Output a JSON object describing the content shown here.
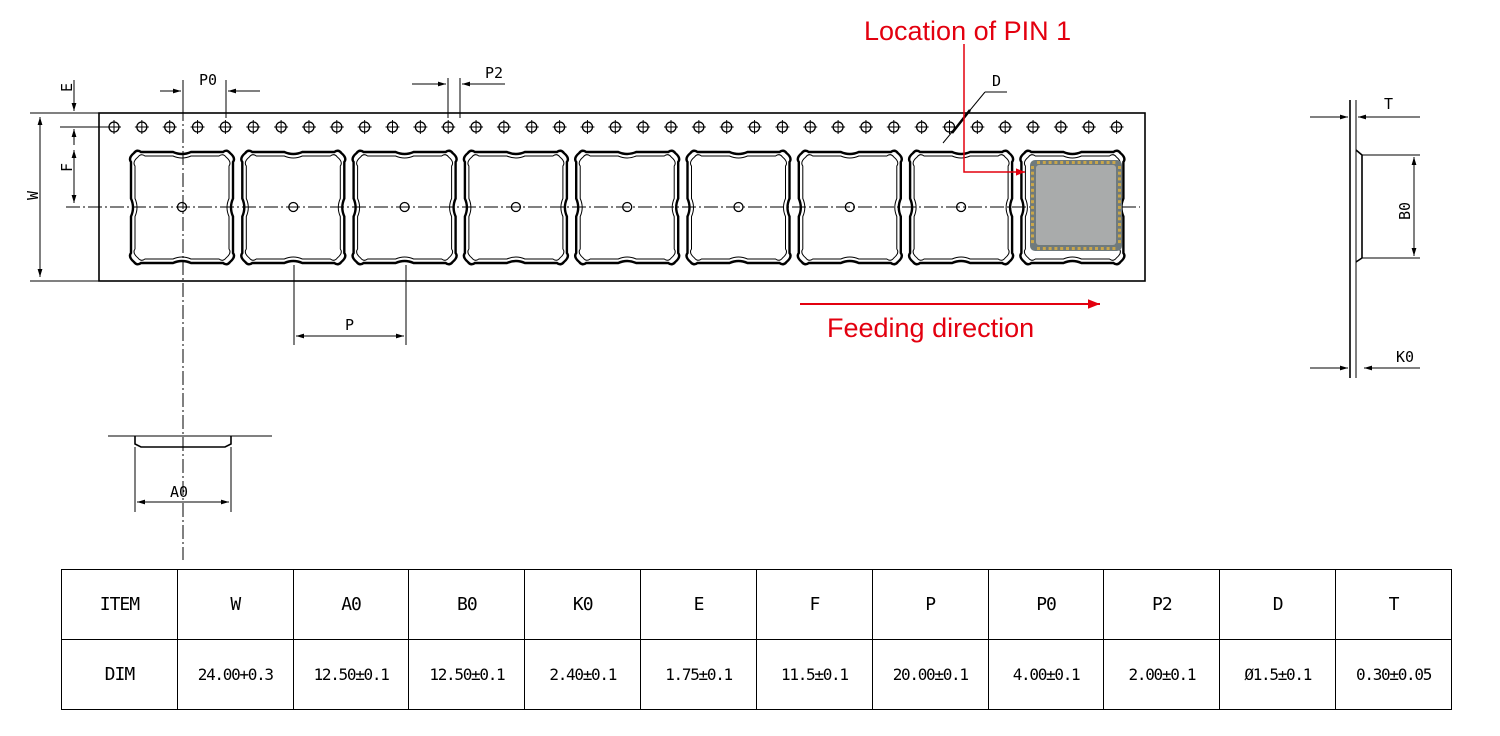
{
  "labels": {
    "pin1": "Location of PIN 1",
    "feed": "Feeding direction",
    "W": "W",
    "E": "E",
    "F": "F",
    "P0": "P0",
    "P2": "P2",
    "D": "D",
    "P": "P",
    "A0": "A0",
    "T": "T",
    "B0": "B0",
    "K0": "K0"
  },
  "colors": {
    "annotation": "#e3000f",
    "module": "#a9abab",
    "line": "#000000"
  },
  "table": {
    "header": [
      "ITEM",
      "W",
      "A0",
      "B0",
      "K0",
      "E",
      "F",
      "P",
      "P0",
      "P2",
      "D",
      "T"
    ],
    "row": [
      "DIM",
      "24.00+0.3",
      "12.50±0.1",
      "12.50±0.1",
      "2.40±0.1",
      "1.75±0.1",
      "11.5±0.1",
      "20.00±0.1",
      "4.00±0.1",
      "2.00±0.1",
      "Ø1.5±0.1",
      "0.30±0.05"
    ]
  }
}
